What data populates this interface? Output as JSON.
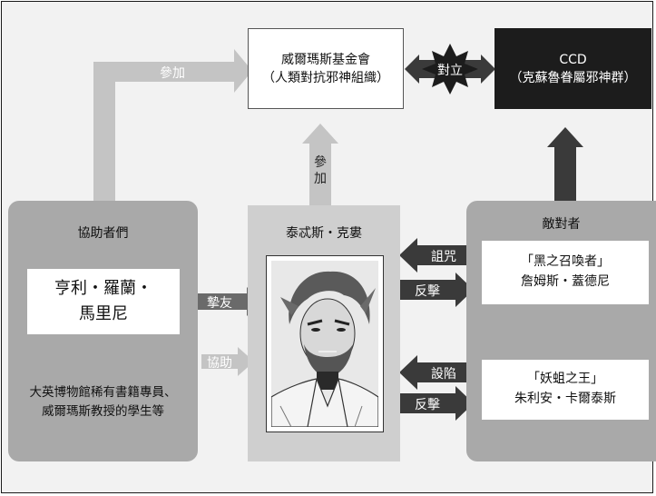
{
  "foundation": {
    "line1": "威爾瑪斯基金會",
    "line2": "（人類對抗邪神組織）"
  },
  "ccd": {
    "line1": "CCD",
    "line2": "（克蘇魯眷屬邪神群）"
  },
  "helpers": {
    "title": "協助者們",
    "person": [
      "亨利・羅蘭・",
      "馬里尼"
    ],
    "others": [
      "大英博物館稀有書籍專員、",
      "威爾瑪斯教授的學生等"
    ]
  },
  "center": {
    "title": "泰忒斯・克婁"
  },
  "enemies": {
    "title": "敵對者",
    "enemy1": [
      "「黑之召喚者」",
      "詹姆斯・蓋德尼"
    ],
    "enemy2": [
      "「妖蛆之王」",
      "朱利安・卡爾泰斯"
    ]
  },
  "arrows": {
    "join_top": "參加",
    "join_center": [
      "參",
      "加"
    ],
    "oppose": "對立",
    "friend": "摯友",
    "assist": "協助",
    "curse": "詛咒",
    "counter1": "反擊",
    "trap": "設陷",
    "counter2": "反擊"
  },
  "colors": {
    "gray_panel": "#a9a9a9",
    "mid_panel": "#cfcfcf",
    "arrow_light": "#c4c4c4",
    "arrow_dark": "#4a4a4a",
    "ccd_box": "#1c1c1c"
  }
}
